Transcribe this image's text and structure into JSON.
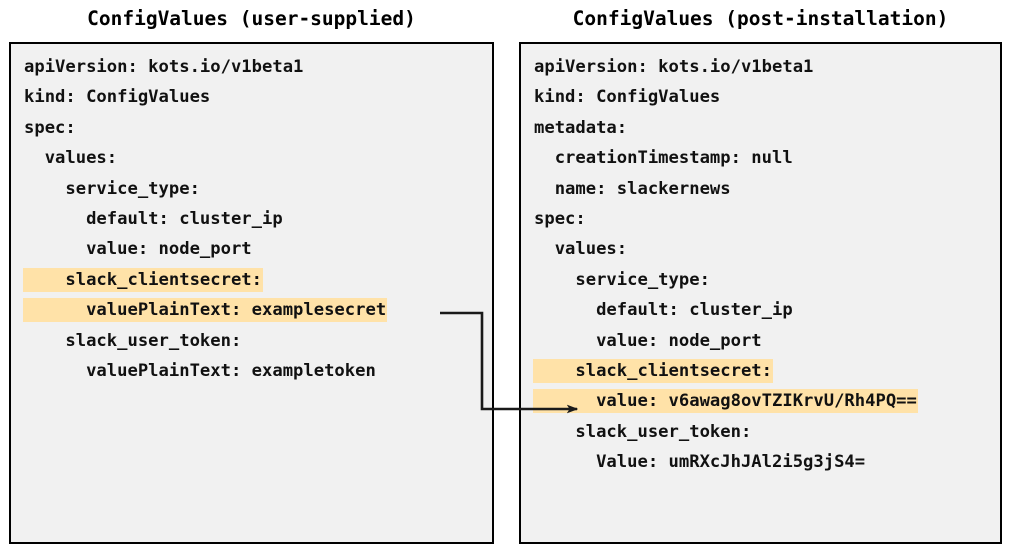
{
  "panels": [
    {
      "id": "user-supplied",
      "title": "ConfigValues (user-supplied)",
      "lines": [
        {
          "text": "apiVersion: kots.io/v1beta1",
          "highlight": false
        },
        {
          "text": "kind: ConfigValues",
          "highlight": false
        },
        {
          "text": "spec:",
          "highlight": false
        },
        {
          "text": "  values:",
          "highlight": false
        },
        {
          "text": "    service_type:",
          "highlight": false
        },
        {
          "text": "      default: cluster_ip",
          "highlight": false
        },
        {
          "text": "      value: node_port",
          "highlight": false
        },
        {
          "text": "    slack_clientsecret:",
          "highlight": true
        },
        {
          "text": "      valuePlainText: examplesecret",
          "highlight": true
        },
        {
          "text": "    slack_user_token:",
          "highlight": false
        },
        {
          "text": "      valuePlainText: exampletoken",
          "highlight": false
        }
      ]
    },
    {
      "id": "post-installation",
      "title": "ConfigValues (post-installation)",
      "lines": [
        {
          "text": "apiVersion: kots.io/v1beta1",
          "highlight": false
        },
        {
          "text": "kind: ConfigValues",
          "highlight": false
        },
        {
          "text": "metadata:",
          "highlight": false
        },
        {
          "text": "  creationTimestamp: null",
          "highlight": false
        },
        {
          "text": "  name: slackernews",
          "highlight": false
        },
        {
          "text": "spec:",
          "highlight": false
        },
        {
          "text": "  values:",
          "highlight": false
        },
        {
          "text": "    service_type:",
          "highlight": false
        },
        {
          "text": "      default: cluster_ip",
          "highlight": false
        },
        {
          "text": "      value: node_port",
          "highlight": false
        },
        {
          "text": "    slack_clientsecret:",
          "highlight": true
        },
        {
          "text": "      value: v6awag8ovTZIKrvU/Rh4PQ==",
          "highlight": true
        },
        {
          "text": "    slack_user_token:",
          "highlight": false
        },
        {
          "text": "      Value: umRXcJhJAl2i5g3jS4=",
          "highlight": false
        }
      ]
    }
  ],
  "connector": {
    "name": "secret-transform-arrow",
    "from_label": "valuePlainText: examplesecret",
    "to_label": "value: v6awag8ovTZIKrvU/Rh4PQ=="
  },
  "colors": {
    "highlight": "#ffe2a8",
    "panel_background": "#f1f1f1",
    "panel_border": "#000000",
    "text": "#111111",
    "connector": "#1a1a1a"
  }
}
